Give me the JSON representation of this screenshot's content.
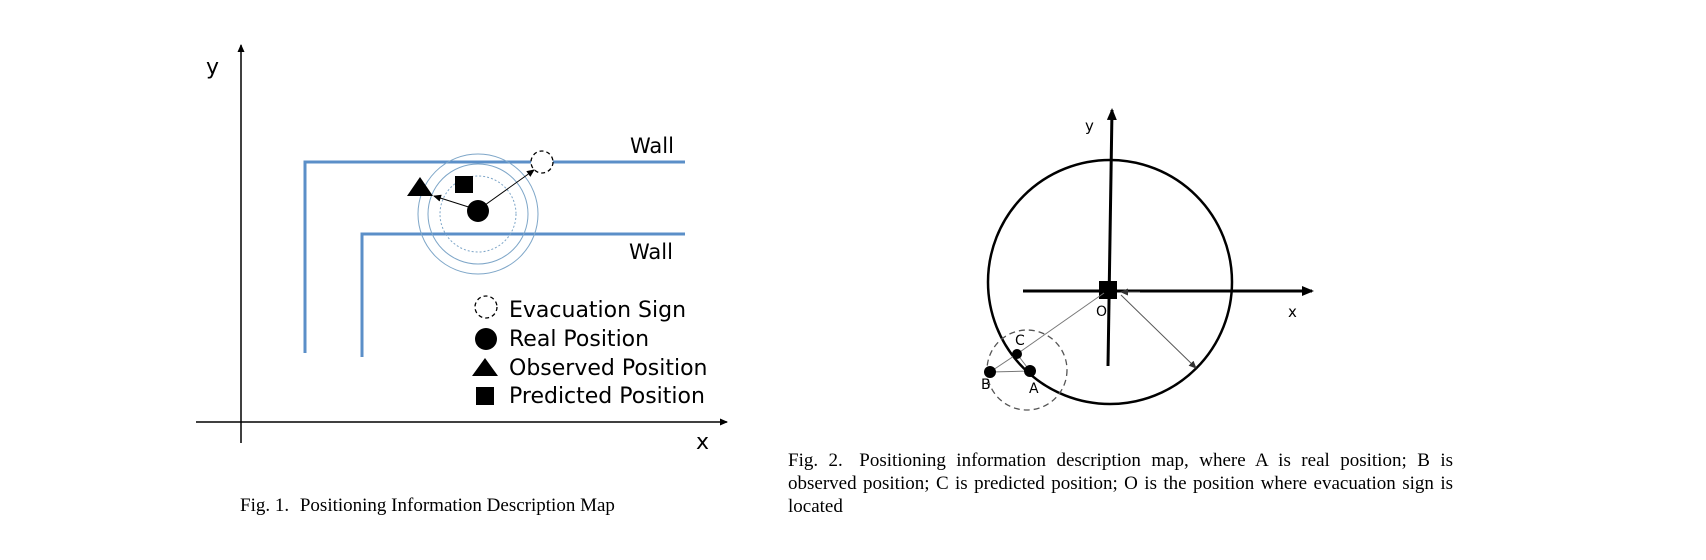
{
  "figure1": {
    "axis_x_label": "x",
    "axis_y_label": "y",
    "wall_label_top": "Wall",
    "wall_label_bottom": "Wall",
    "legend": [
      {
        "icon": "dashed-circle-icon",
        "label": "Evacuation Sign"
      },
      {
        "icon": "filled-circle-icon",
        "label": "Real Position"
      },
      {
        "icon": "filled-triangle-icon",
        "label": "Observed Position"
      },
      {
        "icon": "filled-square-icon",
        "label": "Predicted Position"
      }
    ],
    "caption_number": "Fig. 1.",
    "caption_text": "Positioning Information Description Map",
    "colors": {
      "wall": "#5b8fc8",
      "range_circle": "#7ea6c8"
    }
  },
  "figure2": {
    "axis_x_label": "x",
    "axis_y_label": "y",
    "point_labels": {
      "A": "A",
      "B": "B",
      "C": "C",
      "O": "O"
    },
    "caption_number": "Fig. 2.",
    "caption_text": "Positioning information description map, where A is real position; B is observed position; C is predicted position; O is the position where evacuation sign is located"
  }
}
